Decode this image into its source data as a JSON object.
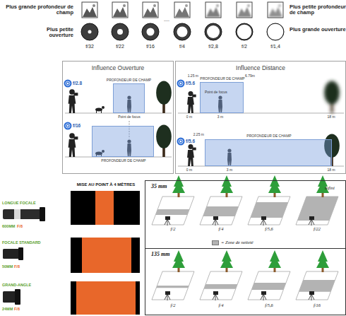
{
  "diagram": {
    "nodes": [
      {
        "text": [
          "Influence Ouverture"
        ]
      },
      {
        "text": [
          "PROFONDEUR DE CHAMP"
        ],
        "in": 0
      },
      {
        "text": [
          "PROFONDEUR DE CHAMP"
        ],
        "in": 0
      },
      {
        "text": [
          "Influence Distance"
        ]
      },
      {
        "text": [
          "PROFONDEUR DE CHAMP"
        ],
        "in": 3
      },
      {
        "text": [
          "PROFONDEUR DE CHAMP"
        ],
        "in": 3
      },
      {
        "text": [
          "35 mm"
        ]
      },
      {
        "text": [
          "135 mm"
        ]
      }
    ],
    "labels": [
      "Plus grande profondeur de champ",
      "Plus petite ouverture",
      "Plus petite profondeur de champ",
      "Plus grande ouverture",
      "f/32",
      "f/22",
      "f/16",
      "....",
      "f/4",
      "f/2,8",
      "f/2",
      "f/1,4",
      "f/2.8",
      "Point de focus",
      "f/16",
      "f/5.6",
      "1.25 m",
      "6.79m",
      "Point de focus",
      "0 m",
      "3 m",
      "18 m",
      "f/5.6",
      "2.25 m",
      "0 m",
      "3 m",
      "18 m",
      "MISE AU POINT À 4 MÈTRES",
      "LONGUE FOCALE",
      "600MM",
      "F/8",
      "FOCALE STANDARD",
      "50MM",
      "F/8",
      "GRAND-ANGLE",
      "24MM",
      "F/8",
      "infini",
      "f/2",
      "f/4",
      "f/5,6",
      "f/22",
      "f/2",
      "f/4",
      "f/5,6",
      "f/16"
    ],
    "legend": [
      {
        "text": "= Zone de netteté",
        "color": "#b3b3b3"
      }
    ]
  }
}
